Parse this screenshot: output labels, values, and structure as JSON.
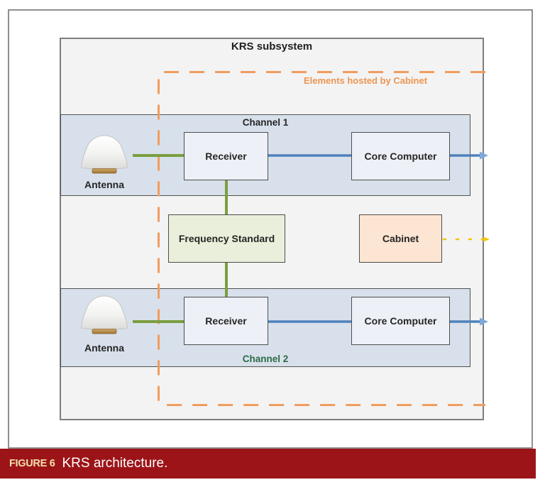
{
  "figure": {
    "number_label": "FIGURE 6",
    "caption": "KRS architecture."
  },
  "diagram": {
    "title": "KRS subsystem",
    "hosted_region_label": "Elements hosted by Cabinet",
    "channels": [
      {
        "label": "Channel 1",
        "antenna_label": "Antenna",
        "receiver_label": "Receiver",
        "core_computer_label": "Core Computer"
      },
      {
        "label": "Channel 2",
        "antenna_label": "Antenna",
        "receiver_label": "Receiver",
        "core_computer_label": "Core Computer"
      }
    ],
    "frequency_standard_label": "Frequency Standard",
    "cabinet_label": "Cabinet"
  },
  "colors": {
    "orange_dash": "#F09D5E",
    "green_line": "#7A9E3E",
    "blue_line": "#4F81BD",
    "blue_arrow": "#7EA9D8",
    "yellow_dash": "#F2C500",
    "channel_band_fill": "#D8E0EB",
    "component_fill": "#EDF1F7",
    "frequency_standard_fill": "#E9EFDA",
    "cabinet_fill": "#FCE5D2",
    "krs_box_fill": "#F3F3F3",
    "caption_bar": "#9C1418",
    "figure_number_text": "#F2E0AD",
    "channel2_label_text": "#2E6B45"
  }
}
